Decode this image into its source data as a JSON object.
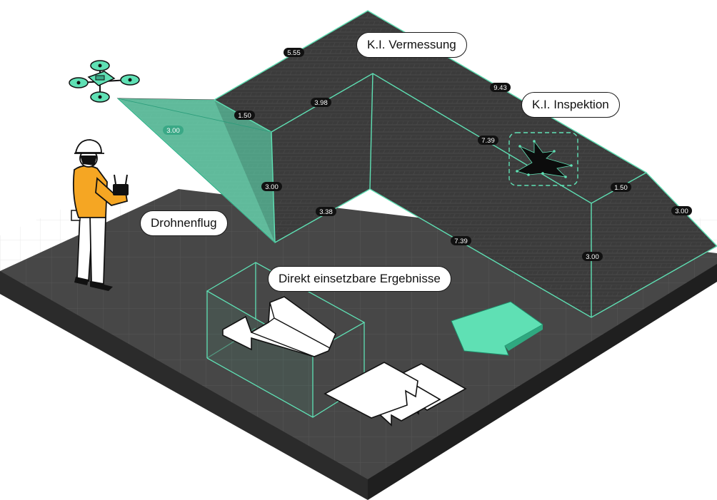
{
  "labels": {
    "vermessung": "K.I. Vermessung",
    "inspektion": "K.I. Inspektion",
    "drohnenflug": "Drohnenflug",
    "ergebnisse": "Direkt einsetzbare Ergebnisse"
  },
  "dimensions": {
    "d1": "5.55",
    "d2": "9.43",
    "d3": "1.50",
    "d4": "3.98",
    "d5": "3.00",
    "d6": "7.39",
    "d7": "3.00",
    "d8": "3.38",
    "d9": "7.39",
    "d10": "1.50",
    "d11": "3.00",
    "d12": "3.00"
  },
  "colors": {
    "accent": "#5fe0b4",
    "roof": "#3a3a3a",
    "ground": "#4a4a4a",
    "vest": "#f5a623"
  }
}
